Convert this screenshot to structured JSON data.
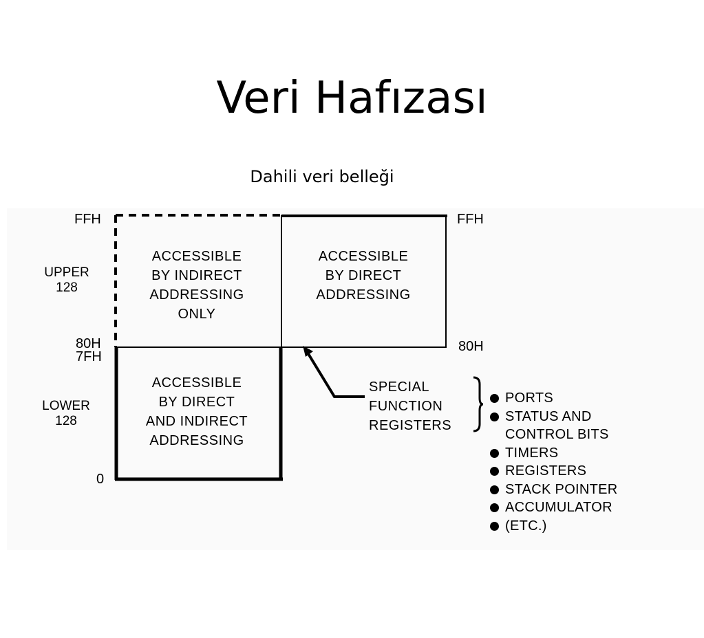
{
  "slide": {
    "title": "Veri Hafızası",
    "subtitle": "Dahili veri belleği"
  },
  "diagram": {
    "address_labels": {
      "left_top": "FFH",
      "left_mid_upper": "80H",
      "left_mid_lower": "7FH",
      "left_bottom": "0",
      "right_top": "FFH",
      "right_mid": "80H"
    },
    "side_labels": {
      "upper": [
        "UPPER",
        "128"
      ],
      "lower": [
        "LOWER",
        "128"
      ]
    },
    "cells": {
      "upper_indirect": [
        "ACCESSIBLE",
        "BY INDIRECT",
        "ADDRESSING",
        "ONLY"
      ],
      "upper_direct": [
        "ACCESSIBLE",
        "BY DIRECT",
        "ADDRESSING"
      ],
      "lower": [
        "ACCESSIBLE",
        "BY DIRECT",
        "AND INDIRECT",
        "ADDRESSING"
      ]
    },
    "sfr_label": [
      "SPECIAL",
      "FUNCTION",
      "REGISTERS"
    ],
    "sfr_items": [
      "PORTS",
      "STATUS AND\nCONTROL BITS",
      "TIMERS",
      "REGISTERS",
      "STACK POINTER",
      "ACCUMULATOR",
      "(ETC.)"
    ]
  }
}
